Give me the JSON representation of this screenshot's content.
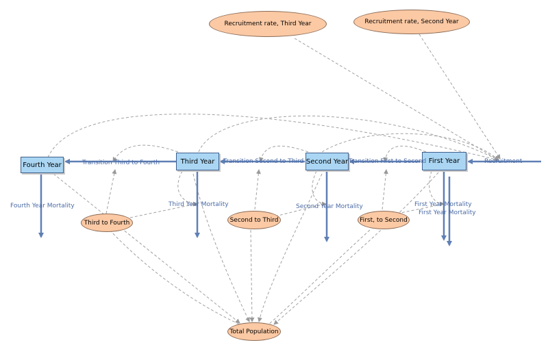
{
  "stocks": {
    "fourth_year": "Fourth Year",
    "third_year": "Third Year",
    "second_year": "Second Year",
    "first_year": "First Year"
  },
  "auxiliaries": {
    "recruitment_rate_third": "Recruitment rate, Third Year",
    "recruitment_rate_second": "Recruitment rate, Second Year",
    "third_to_fourth": "Third to Fourth",
    "second_to_third": "Second to Third",
    "first_to_second": "First, to Second",
    "total_population": "Total Population"
  },
  "flows": {
    "transition_third_to_fourth": "Transition Third to Fourth",
    "transition_second_to_third": "Transition Second to Third",
    "transition_first_to_second": "Transition First to Second",
    "recruitment": "Recruitment",
    "fourth_year_mortality": "Fourth Year Mortality",
    "third_year_mortality": "Third Year Mortality",
    "second_year_mortality": "Second Year Mortality",
    "first_year_mortality_a": "First Year Mortality",
    "first_year_mortality_b": "First Year Mortality"
  },
  "colors": {
    "flow": "#5f7fb5",
    "link": "#9a9a9a",
    "stock_fill": "#aad6f3",
    "aux_fill": "#fbc9a4"
  }
}
